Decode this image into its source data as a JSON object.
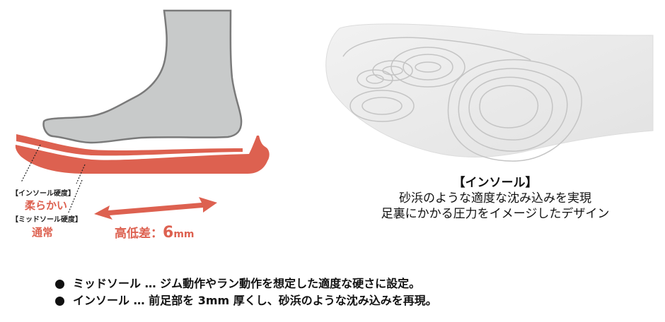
{
  "diagram": {
    "colors": {
      "accent_red": "#dd6150",
      "foot_fill": "#c8caca",
      "foot_stroke": "#7a7a7a",
      "insole_white": "#eeeeee"
    },
    "left_labels": {
      "insole_hardness_label": "【インソール硬度】",
      "insole_hardness_value": "柔らかい",
      "midsole_hardness_label": "【ミッドソール硬度】",
      "midsole_hardness_value": "通常"
    },
    "height_difference": {
      "label": "高低差：",
      "value": "6",
      "unit": "mm"
    },
    "insole_caption": {
      "title": "【インソール】",
      "line1": "砂浜のような適度な沈み込みを実現",
      "line2": "足裏にかかる圧力をイメージしたデザイン"
    },
    "bullets": [
      {
        "text": "ミッドソール … ジム動作やラン動作を想定した適度な硬さに設定。"
      },
      {
        "text": "インソール … 前足部を 3mm 厚くし、砂浜のような沈み込みを再現。"
      }
    ]
  }
}
